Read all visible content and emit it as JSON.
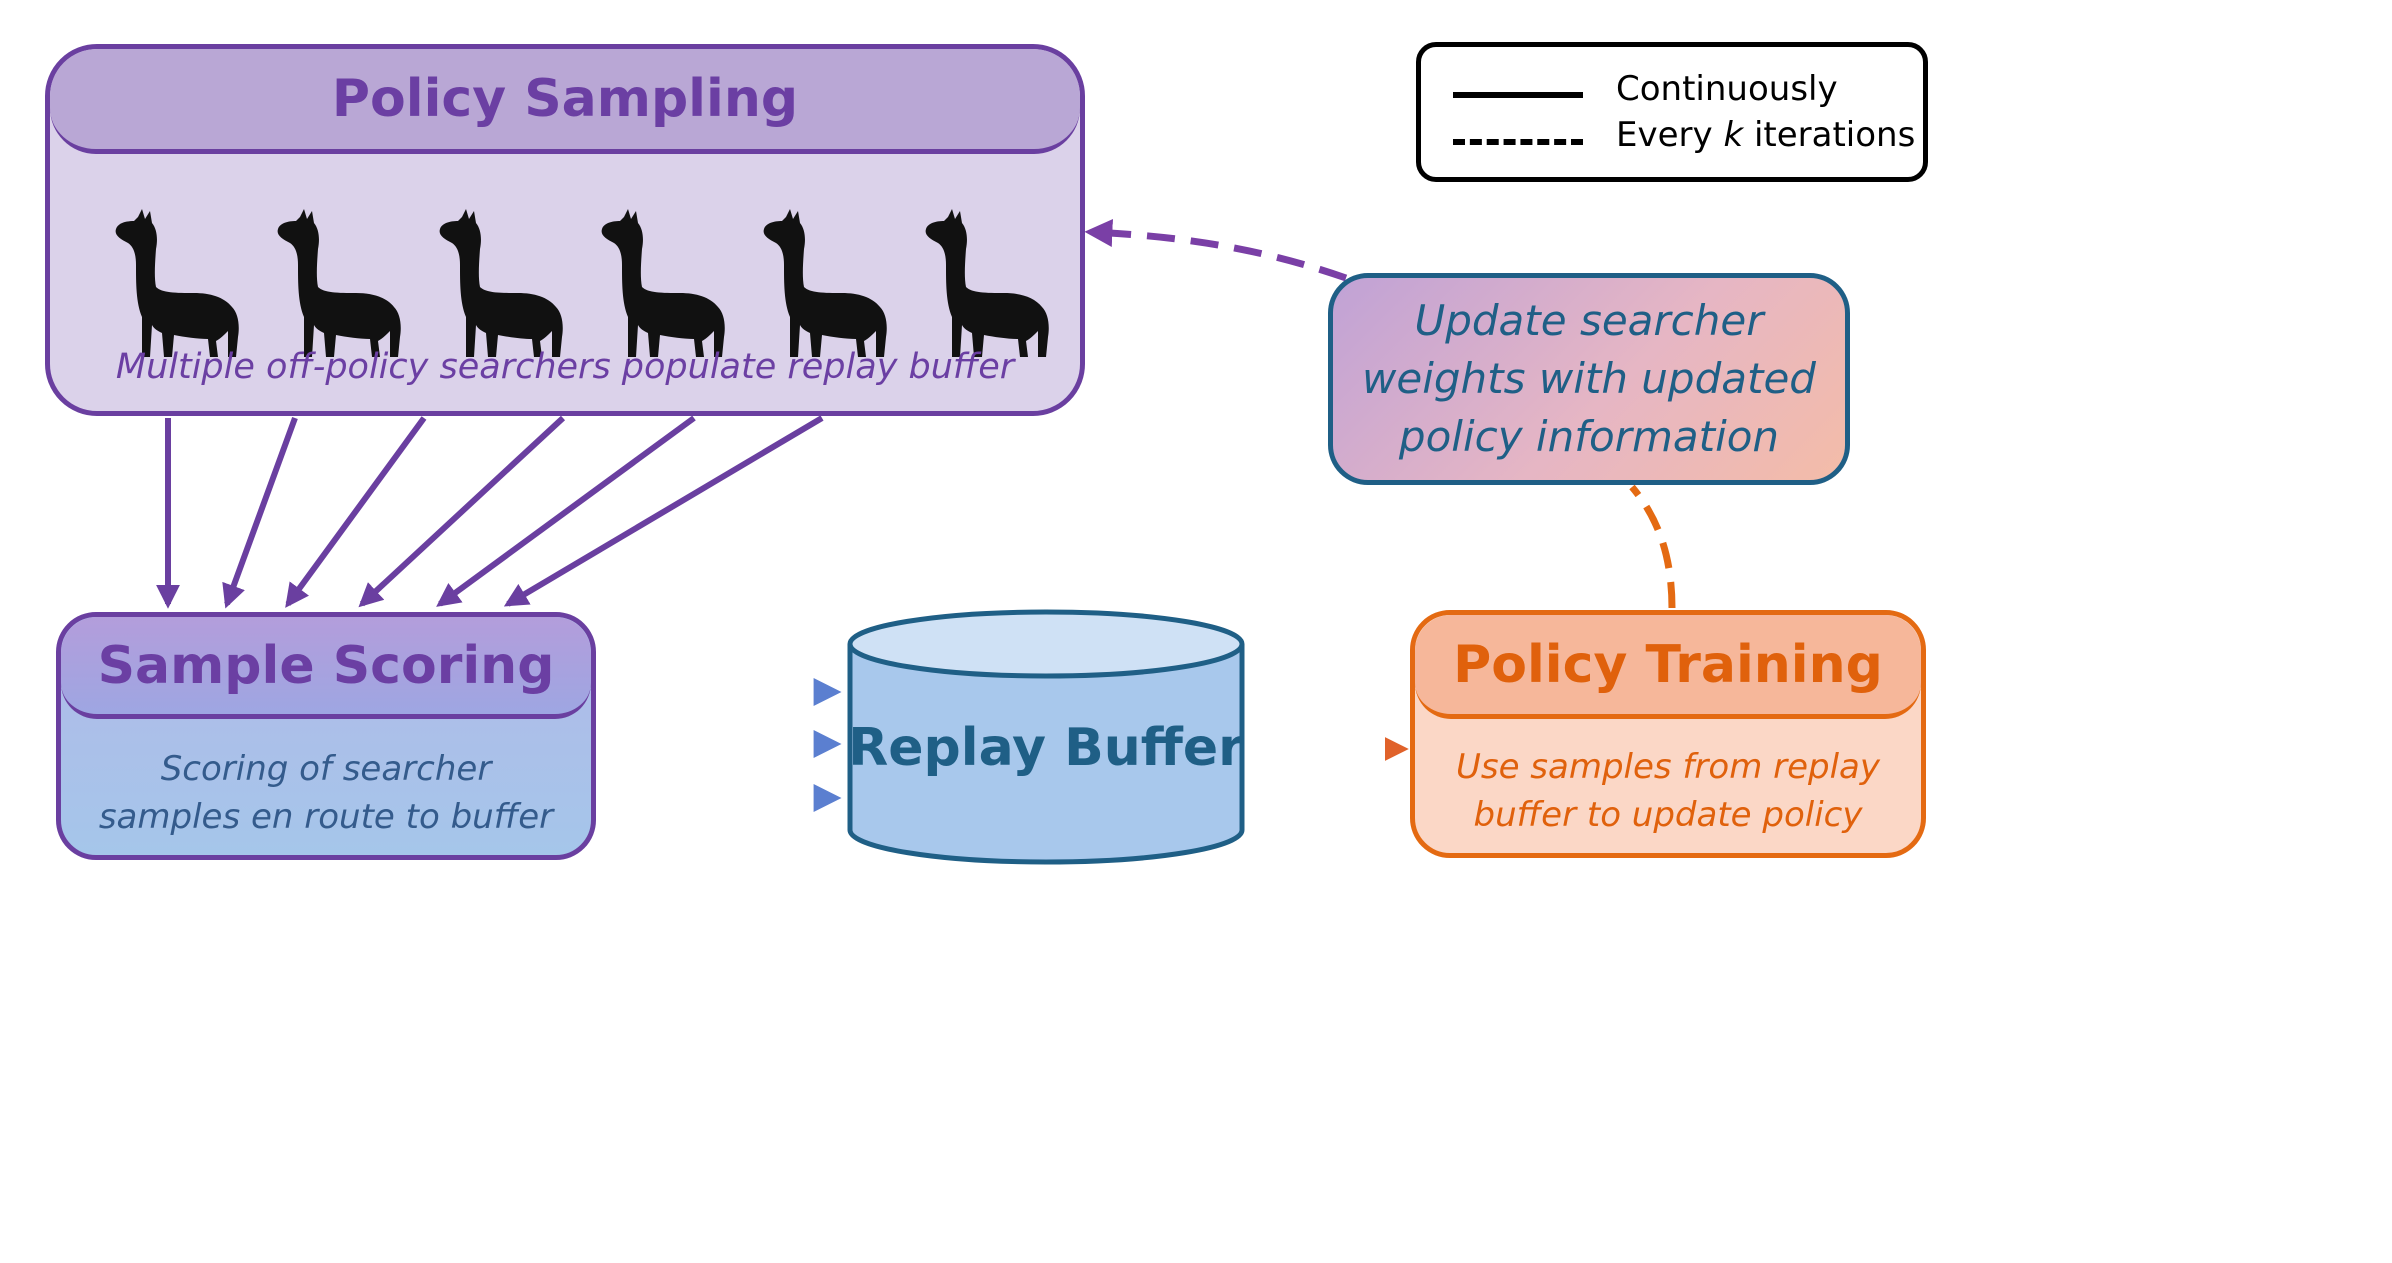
{
  "policy_sampling": {
    "title": "Policy Sampling",
    "subtitle": "Multiple off-policy searchers populate replay buffer",
    "llama_count": 6
  },
  "sample_scoring": {
    "title": "Sample Scoring",
    "line1": "Scoring of searcher",
    "line2": "samples en route to buffer"
  },
  "replay_buffer": {
    "label": "Replay Buffer"
  },
  "policy_training": {
    "title": "Policy Training",
    "line1": "Use samples from replay",
    "line2": "buffer to update policy"
  },
  "update_searcher": {
    "line1": "Update searcher",
    "line2": "weights with updated",
    "line3": "policy information"
  },
  "legend": {
    "continuous": "Continuously",
    "periodic_prefix": "Every ",
    "periodic_k": "k",
    "periodic_suffix": " iterations"
  },
  "colors": {
    "purple": "#6a3fa0",
    "blue": "#4f74c8",
    "teal": "#1f5f86",
    "orange": "#e46a12"
  }
}
